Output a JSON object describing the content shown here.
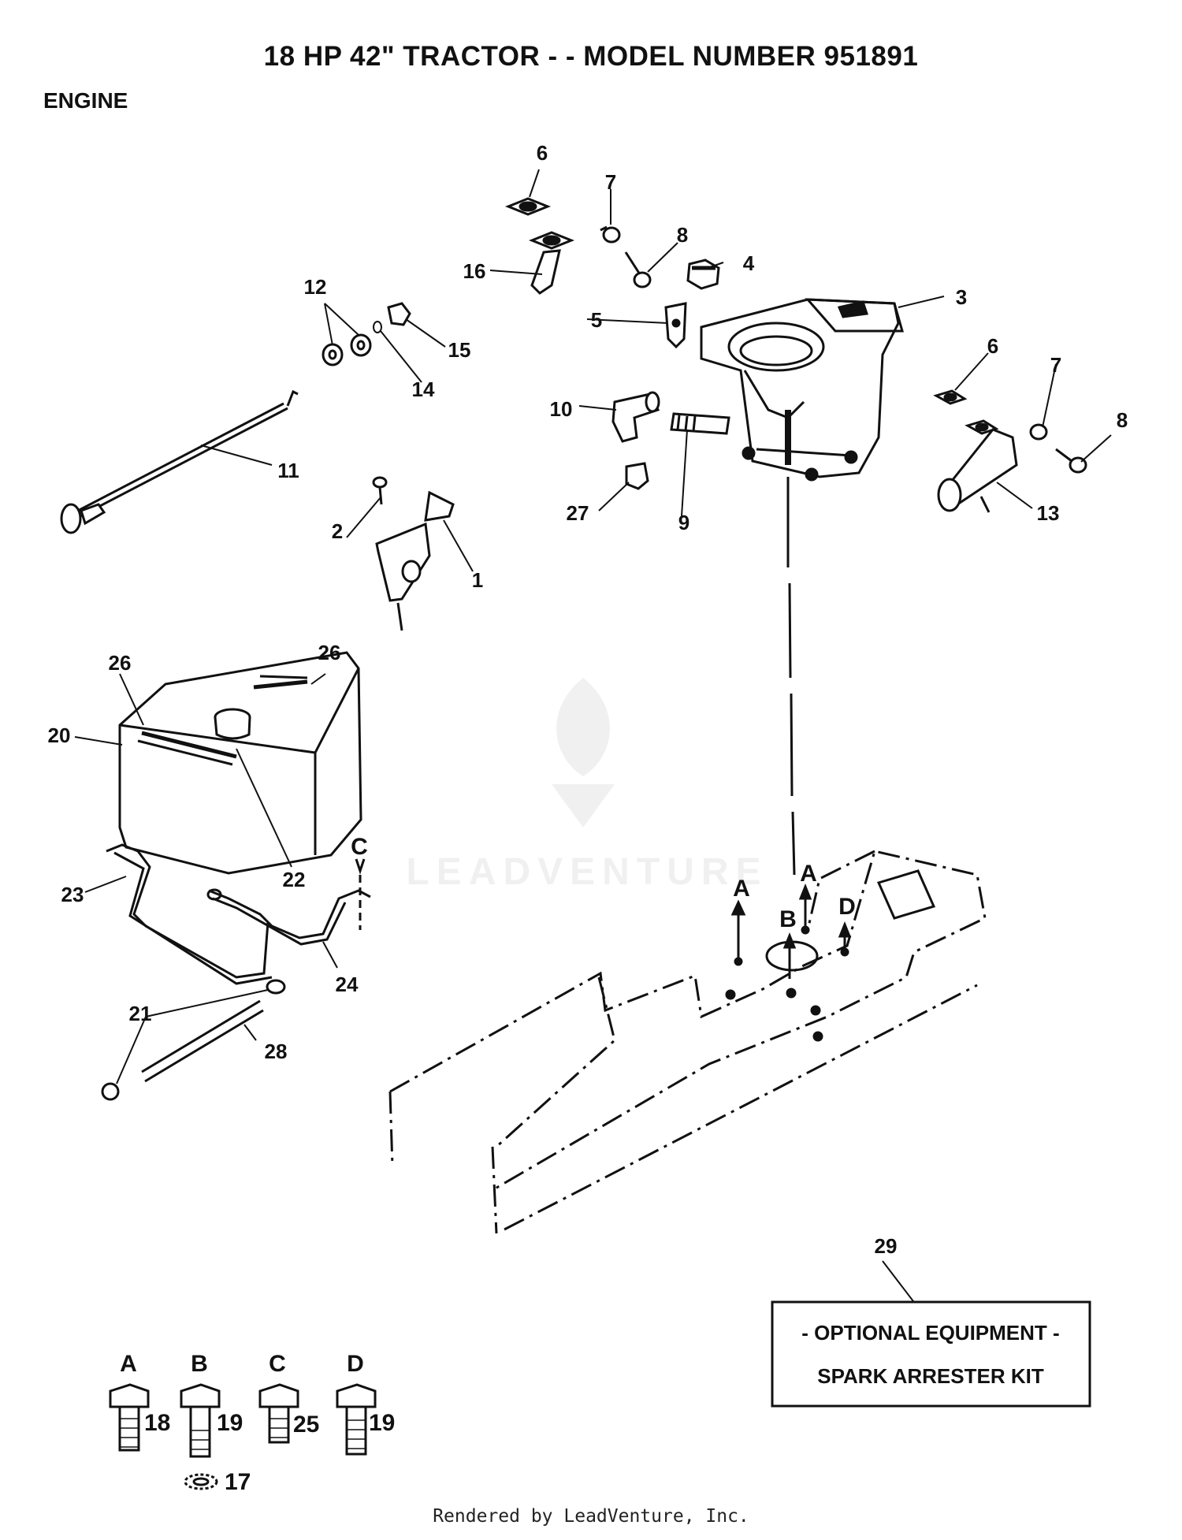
{
  "header": {
    "title": "18 HP 42\" TRACTOR - - MODEL NUMBER 951891",
    "section": "ENGINE"
  },
  "callouts": [
    {
      "id": "c6a",
      "label": "6"
    },
    {
      "id": "c7a",
      "label": "7"
    },
    {
      "id": "c8a",
      "label": "8"
    },
    {
      "id": "c16",
      "label": "16"
    },
    {
      "id": "c4",
      "label": "4"
    },
    {
      "id": "c3",
      "label": "3"
    },
    {
      "id": "c5",
      "label": "5"
    },
    {
      "id": "c12",
      "label": "12"
    },
    {
      "id": "c15",
      "label": "15"
    },
    {
      "id": "c14",
      "label": "14"
    },
    {
      "id": "c10",
      "label": "10"
    },
    {
      "id": "c6b",
      "label": "6"
    },
    {
      "id": "c7b",
      "label": "7"
    },
    {
      "id": "c8b",
      "label": "8"
    },
    {
      "id": "c11",
      "label": "11"
    },
    {
      "id": "c27",
      "label": "27"
    },
    {
      "id": "c9",
      "label": "9"
    },
    {
      "id": "c13",
      "label": "13"
    },
    {
      "id": "c2",
      "label": "2"
    },
    {
      "id": "c1",
      "label": "1"
    },
    {
      "id": "c26a",
      "label": "26"
    },
    {
      "id": "c26b",
      "label": "26"
    },
    {
      "id": "c20",
      "label": "20"
    },
    {
      "id": "c22",
      "label": "22"
    },
    {
      "id": "c23",
      "label": "23"
    },
    {
      "id": "c24",
      "label": "24"
    },
    {
      "id": "c21",
      "label": "21"
    },
    {
      "id": "c28",
      "label": "28"
    },
    {
      "id": "c29",
      "label": "29"
    }
  ],
  "mount_markers": [
    {
      "id": "mA1",
      "label": "A"
    },
    {
      "id": "mA2",
      "label": "A"
    },
    {
      "id": "mB",
      "label": "B"
    },
    {
      "id": "mC",
      "label": "C"
    },
    {
      "id": "mD",
      "label": "D"
    }
  ],
  "optional_box": {
    "line1": "- OPTIONAL EQUIPMENT -",
    "line2": "SPARK ARRESTER KIT"
  },
  "fastener_key": [
    {
      "letter": "A",
      "part": "18"
    },
    {
      "letter": "B",
      "part": "19"
    },
    {
      "letter": "C",
      "part": "25"
    },
    {
      "letter": "D",
      "part": "19"
    }
  ],
  "washer_part": "17",
  "watermark": "LEADVENTURE",
  "footer": "Rendered by LeadVenture, Inc."
}
